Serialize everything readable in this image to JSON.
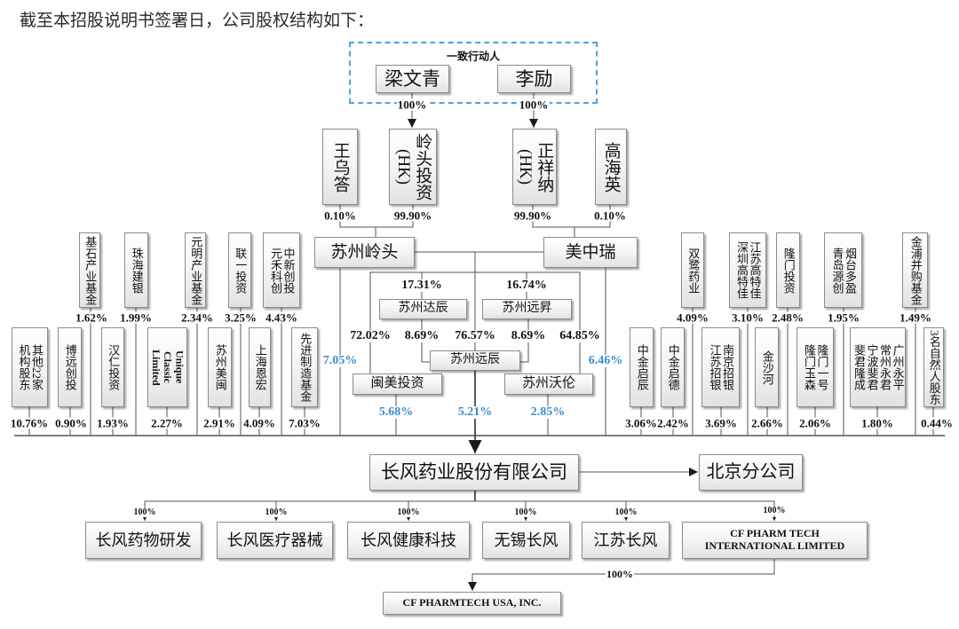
{
  "intro": "截至本招股说明书签署日，公司股权结构如下：",
  "colors": {
    "blue_percent": "#3a8ccc",
    "concert_border": "#4da3dc",
    "line": "#555555"
  },
  "concert": {
    "label": "一致行动人",
    "members": [
      {
        "name": "梁文青",
        "pct": "100%"
      },
      {
        "name": "李励",
        "pct": "100%"
      }
    ]
  },
  "tier2": [
    {
      "name": "王乌答",
      "pct": "0.10%"
    },
    {
      "name": "岭头投资\n(HK)",
      "pct": "99.90%"
    },
    {
      "name": "正祥纳\n(HK)",
      "pct": "99.90%"
    },
    {
      "name": "高海英",
      "pct": "0.10%"
    }
  ],
  "holding": [
    {
      "name": "苏州岭头",
      "pct": "7.05%"
    },
    {
      "name": "美中瑞",
      "pct": "6.46%"
    }
  ],
  "platform": {
    "yuanchen_combined_pct": "76.57%",
    "dachen": {
      "name": "苏州达辰",
      "pct_in": "17.31%",
      "pct_out": "8.69%"
    },
    "yuansheng": {
      "name": "苏州远昇",
      "pct_in": "16.74%",
      "pct_out": "8.69%"
    },
    "yuanchen": {
      "name": "苏州远辰",
      "pct": "5.21%"
    },
    "minmei": {
      "name": "闽美投资",
      "pct_in": "72.02%",
      "pct": "5.68%"
    },
    "wolun": {
      "name": "苏州沃伦",
      "pct_in": "64.85%",
      "pct": "2.85%"
    }
  },
  "left_upper": [
    {
      "name": "基石产业基金",
      "pct": "1.62%"
    },
    {
      "name": "珠海建银",
      "pct": "1.99%"
    },
    {
      "name": "元明产业基金",
      "pct": "2.34%"
    },
    {
      "name": "联一投资",
      "pct": "3.25%"
    },
    {
      "name": "中新创投\n元禾科创",
      "pct": "4.43%"
    }
  ],
  "left_lower": [
    {
      "name": "其他22家\n机构股东",
      "pct": "10.76%"
    },
    {
      "name": "博远创投",
      "pct": "0.90%"
    },
    {
      "name": "汉仁投资",
      "pct": "1.93%"
    },
    {
      "name": "Unique\nClassic\nLimited",
      "pct": "2.27%"
    },
    {
      "name": "苏州美闽",
      "pct": "2.91%"
    },
    {
      "name": "上海恩宏",
      "pct": "4.09%"
    },
    {
      "name": "先进制造基金",
      "pct": "7.03%"
    }
  ],
  "right_upper": [
    {
      "name": "双鹭药业",
      "pct": "4.09%"
    },
    {
      "name": "江苏高特佳\n深圳高特佳",
      "pct": "3.10%"
    },
    {
      "name": "隆门投资",
      "pct": "2.48%"
    },
    {
      "name": "烟台多盈\n青岛源创",
      "pct": "1.95%"
    },
    {
      "name": "金浦并购基金",
      "pct": "1.49%"
    }
  ],
  "right_lower": [
    {
      "name": "中金启辰",
      "pct": "3.06%"
    },
    {
      "name": "中金启德",
      "pct": "2.42%"
    },
    {
      "name": "南京招银\n江苏招银",
      "pct": "3.69%"
    },
    {
      "name": "金沙河",
      "pct": "2.66%"
    },
    {
      "name": "隆门一号\n隆门玉森",
      "pct": "2.06%"
    },
    {
      "name": "广州永平\n常州永君\n宁波斐君\n斐君隆成",
      "pct": "1.80%"
    },
    {
      "name": "3名自然人股东",
      "pct": "0.44%"
    }
  ],
  "company": {
    "name": "长风药业股份有限公司"
  },
  "branch": {
    "name": "北京分公司"
  },
  "subsidiaries": [
    {
      "name": "长风药物研发",
      "pct": "100%"
    },
    {
      "name": "长风医疗器械",
      "pct": "100%"
    },
    {
      "name": "长风健康科技",
      "pct": "100%"
    },
    {
      "name": "无锡长风",
      "pct": "100%"
    },
    {
      "name": "江苏长风",
      "pct": "100%"
    },
    {
      "name": "CF PHARM TECH\nINTERNATIONAL LIMITED",
      "pct": "100%"
    }
  ],
  "grandchild": {
    "name": "CF PHARMTECH USA, INC.",
    "pct": "100%"
  }
}
